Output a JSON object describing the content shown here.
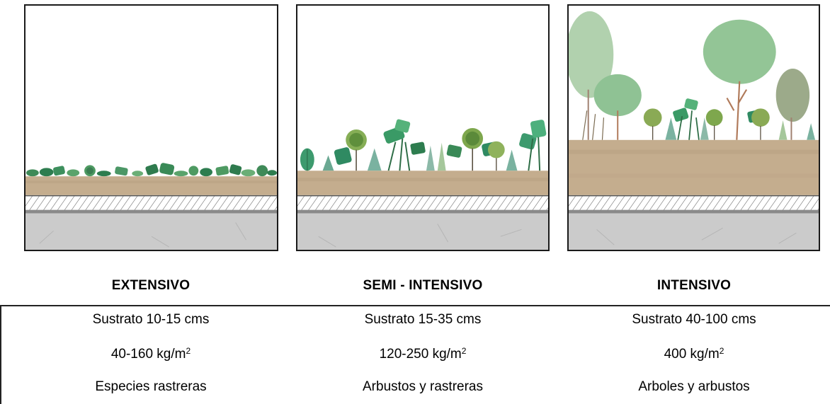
{
  "columns": [
    {
      "title": "EXTENSIVO",
      "substrate": "Sustrato 10-15 cms",
      "weight": "40-160 kg/m",
      "weight_exp": "2",
      "vegetation": "Especies rastreras"
    },
    {
      "title": "SEMI - INTENSIVO",
      "substrate": "Sustrato 15-35 cms",
      "weight": "120-250 kg/m",
      "weight_exp": "2",
      "vegetation": "Arbustos y rastreras"
    },
    {
      "title": "INTENSIVO",
      "substrate": "Sustrato 40-100 cms",
      "weight": "400 kg/m",
      "weight_exp": "2",
      "vegetation": "Arboles y arbustos"
    }
  ],
  "colors": {
    "soil": "#c4ad8e",
    "concrete": "#cbcbcb",
    "foliage_dark": "#2e7d4f",
    "foliage_mid": "#4e9a62",
    "foliage_light": "#8fbf86",
    "tree_canopy": "#9cc79a",
    "trunk": "#b07a5a"
  }
}
